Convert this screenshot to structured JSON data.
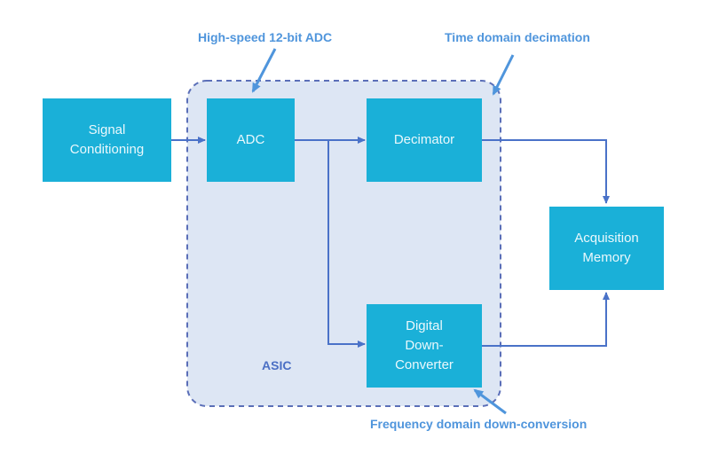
{
  "diagram": {
    "blocks": {
      "signal_conditioning": "Signal\nConditioning",
      "adc": "ADC",
      "decimator": "Decimator",
      "acquisition_memory": "Acquisition\nMemory",
      "ddc": "Digital\nDown-\nConverter"
    },
    "group_label": "ASIC",
    "callouts": {
      "adc": "High-speed 12-bit ADC",
      "decimator": "Time domain decimation",
      "ddc": "Frequency domain down-conversion"
    },
    "colors": {
      "block_fill": "#1ab0d8",
      "block_text": "#eaf8fc",
      "asic_fill": "#dde6f4",
      "asic_border": "#5b6fb8",
      "connector": "#4a72c8",
      "callout_text": "#4f95dc"
    }
  }
}
